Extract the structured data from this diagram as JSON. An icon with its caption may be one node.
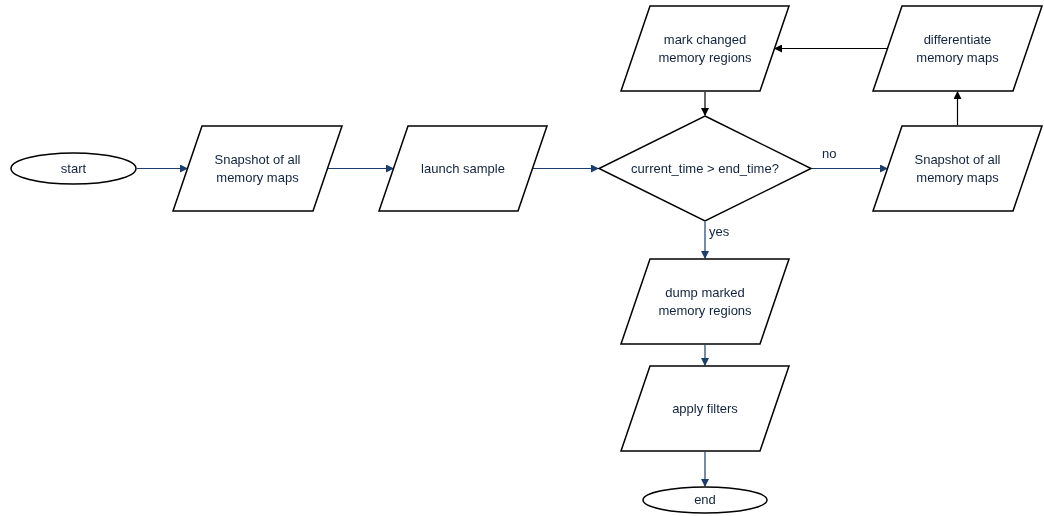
{
  "diagram": {
    "nodes": [
      {
        "text": [
          "start"
        ]
      },
      {
        "text": [
          "Snapshot of all memory maps"
        ]
      },
      {
        "text": [
          "launch sample"
        ]
      },
      {
        "text": [
          "current_time > end_time?"
        ]
      },
      {
        "text": [
          "Snapshot of all memory maps"
        ]
      },
      {
        "text": [
          "differentiate memory maps"
        ]
      },
      {
        "text": [
          "mark changed memory regions"
        ]
      },
      {
        "text": [
          "dump marked memory regions"
        ]
      },
      {
        "text": [
          "apply filters"
        ]
      },
      {
        "text": [
          "end"
        ]
      }
    ],
    "edges": [
      {
        "from": 0,
        "to": 1,
        "arrow": "to"
      },
      {
        "from": 1,
        "to": 2,
        "arrow": "to"
      },
      {
        "from": 2,
        "to": 3,
        "arrow": "to"
      },
      {
        "from": 3,
        "to": 4,
        "arrow": "to",
        "label": "no"
      },
      {
        "from": 4,
        "to": 5,
        "arrow": "to",
        "color": "#000000"
      },
      {
        "from": 5,
        "to": 6,
        "arrow": "to",
        "color": "#000000"
      },
      {
        "from": 6,
        "to": 3,
        "arrow": "to",
        "color": "#000000"
      },
      {
        "from": 3,
        "to": 7,
        "arrow": "to",
        "label": "yes"
      },
      {
        "from": 7,
        "to": 8,
        "arrow": "to"
      },
      {
        "from": 8,
        "to": 9,
        "arrow": "to"
      }
    ]
  }
}
